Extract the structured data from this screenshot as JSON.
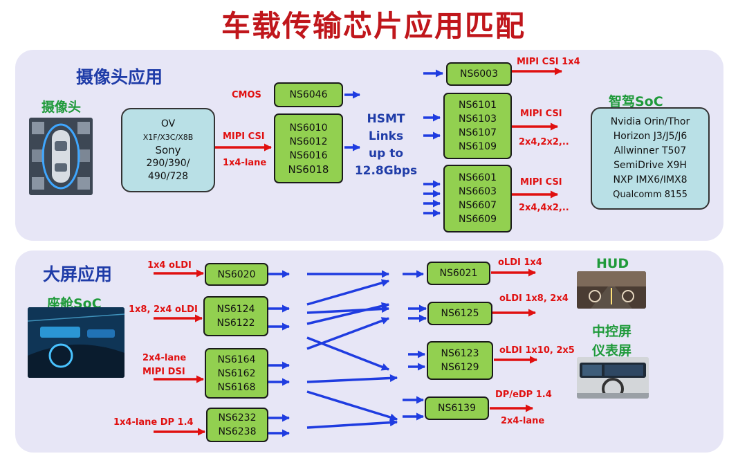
{
  "title": "车载传输芯片应用匹配",
  "camera": {
    "section_title": "摄像头应用",
    "camera_label": "摄像头",
    "sensor_box": [
      "OV",
      "X1F/X3C/X8B",
      "Sony",
      "290/390/",
      "490/728"
    ],
    "cmos_label": "CMOS",
    "mipi_in_label": "MIPI CSI",
    "lane_label": "1x4-lane",
    "chip_cmos": [
      "NS6046"
    ],
    "chip_ser": [
      "NS6010",
      "NS6012",
      "NS6016",
      "NS6018"
    ],
    "hsmt": [
      "HSMT",
      "Links",
      "up to",
      "12.8Gbps"
    ],
    "chip_6003": [
      "NS6003"
    ],
    "chip_610x": [
      "NS6101",
      "NS6103",
      "NS6107",
      "NS6109"
    ],
    "chip_660x": [
      "NS6601",
      "NS6603",
      "NS6607",
      "NS6609"
    ],
    "out_6003": "MIPI CSI 1x4",
    "out_610x_a": "MIPI CSI",
    "out_610x_b": "2x4,2x2,..",
    "out_660x_a": "MIPI CSI",
    "out_660x_b": "2x4,4x2,..",
    "soc_label": "智驾SoC",
    "soc_box": [
      "Nvidia Orin/Thor",
      "Horizon J3/J5/J6",
      "Allwinner T507",
      "SemiDrive X9H",
      "NXP IMX6/IMX8",
      "Qualcomm 8155"
    ]
  },
  "display": {
    "section_title": "大屏应用",
    "cockpit_label": "座舱SoC",
    "in_6020": "1x4 oLDI",
    "in_6124": "1x8, 2x4 oLDI",
    "in_6164_a": "2x4-lane",
    "in_6164_b": "MIPI DSI",
    "in_6232": "1x4-lane DP 1.4",
    "chip_6020": [
      "NS6020"
    ],
    "chip_6124": [
      "NS6124",
      "NS6122"
    ],
    "chip_6164": [
      "NS6164",
      "NS6162",
      "NS6168"
    ],
    "chip_6232": [
      "NS6232",
      "NS6238"
    ],
    "chip_6021": [
      "NS6021"
    ],
    "chip_6125": [
      "NS6125"
    ],
    "chip_6123": [
      "NS6123",
      "NS6129"
    ],
    "chip_6139": [
      "NS6139"
    ],
    "out_6021": "oLDI 1x4",
    "out_6125": "oLDI 1x8, 2x4",
    "out_6123": "oLDI 1x10, 2x5",
    "out_6139_a": "DP/eDP 1.4",
    "out_6139_b": "2x4-lane",
    "hud_label": "HUD",
    "center_label_a": "中控屏",
    "center_label_b": "仪表屏"
  },
  "colors": {
    "red": "#e01010",
    "blue": "#1f3ce0",
    "chip": "#92d050",
    "panel": "#e7e6f6"
  }
}
